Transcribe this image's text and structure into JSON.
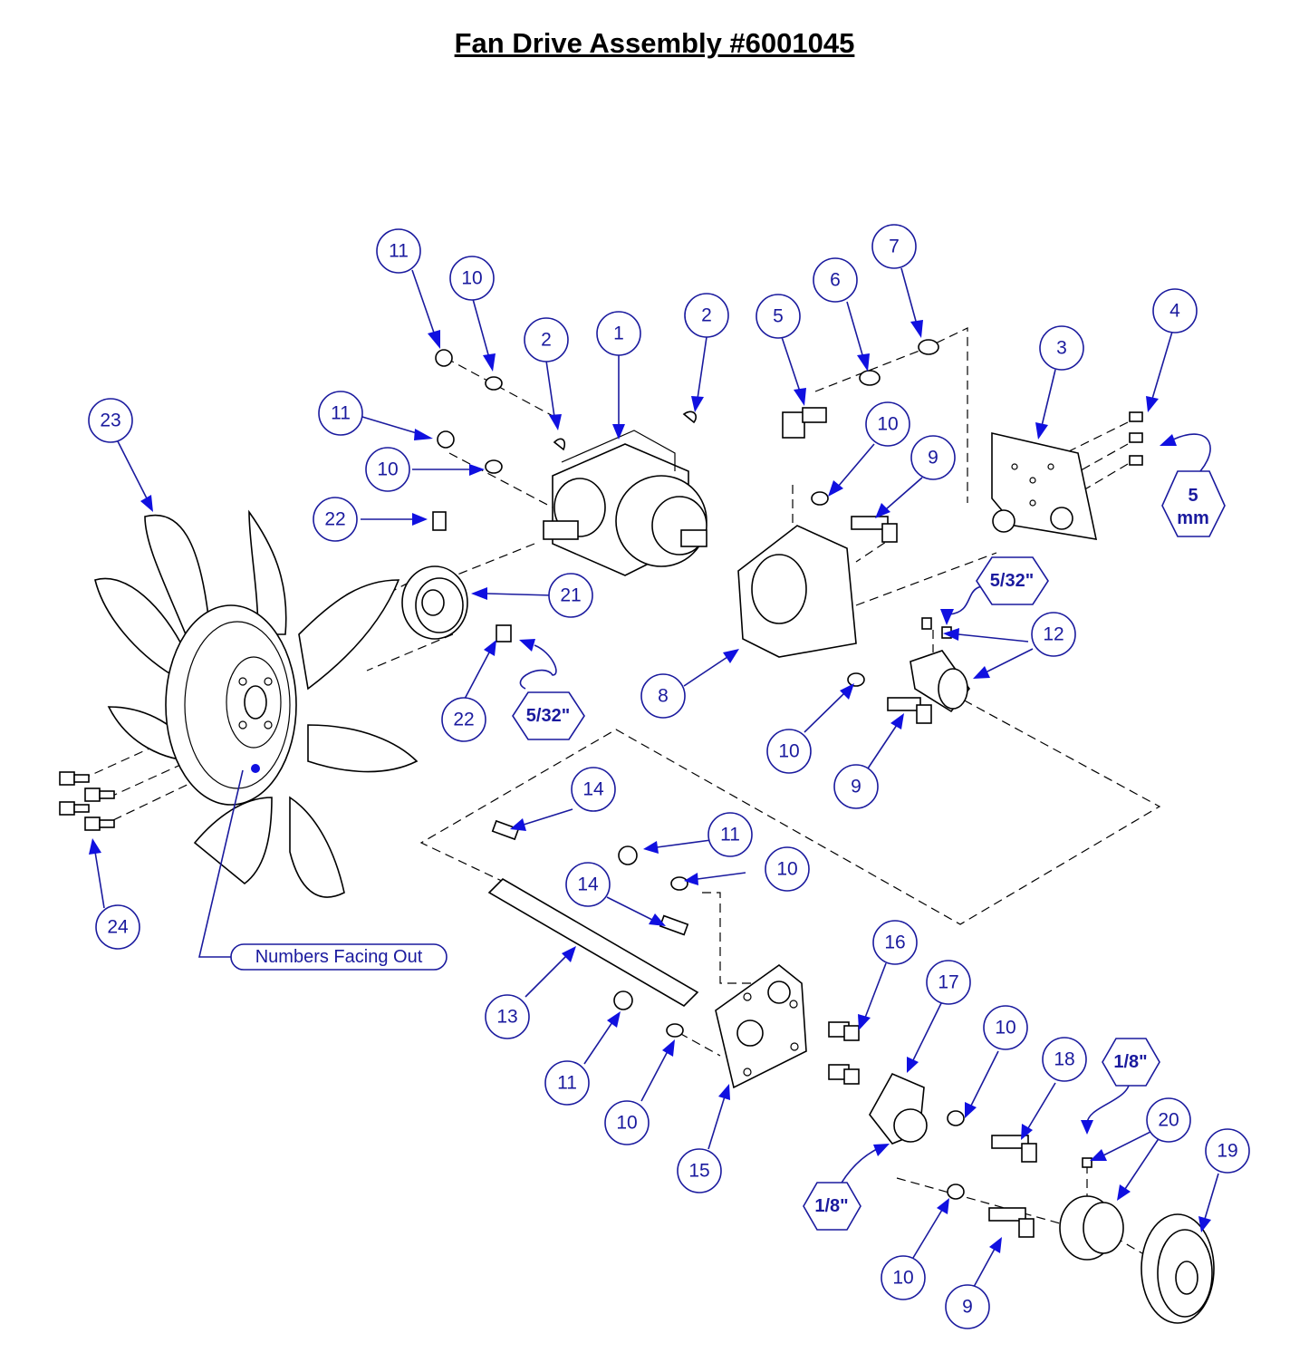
{
  "title": "Fan Drive Assembly #6001045",
  "note": "Numbers Facing Out",
  "callouts": [
    "1",
    "2",
    "2",
    "3",
    "4",
    "5",
    "6",
    "7",
    "8",
    "9",
    "9",
    "9",
    "10",
    "10",
    "10",
    "10",
    "10",
    "10",
    "10",
    "10",
    "11",
    "11",
    "11",
    "11",
    "12",
    "13",
    "14",
    "14",
    "15",
    "16",
    "17",
    "18",
    "19",
    "20",
    "21",
    "22",
    "22",
    "23",
    "24"
  ],
  "wrench_sizes": [
    "5 mm",
    "5/32\"",
    "5/32\"",
    "1/8\"",
    "1/8\""
  ],
  "colors": {
    "callout": "#1a1a9e",
    "arrow": "#1010e0",
    "line": "#000000"
  }
}
